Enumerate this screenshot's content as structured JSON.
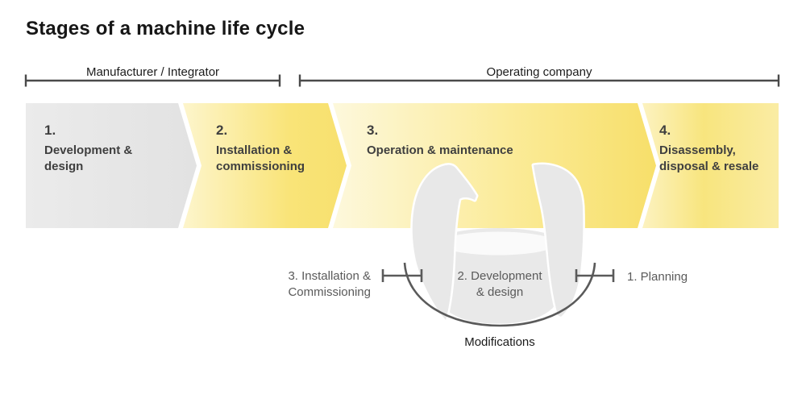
{
  "title": "Stages of a machine life cycle",
  "brackets": {
    "manufacturer": {
      "label": "Manufacturer / Integrator"
    },
    "operating": {
      "label": "Operating company"
    }
  },
  "stages": [
    {
      "number": "1.",
      "lines": [
        "Development &",
        "design"
      ]
    },
    {
      "number": "2.",
      "lines": [
        "Installation &",
        "commissioning"
      ]
    },
    {
      "number": "3.",
      "lines": [
        "Operation & maintenance"
      ]
    },
    {
      "number": "4.",
      "lines": [
        "Disassembly,",
        "disposal & resale"
      ]
    }
  ],
  "cycle": {
    "left_label_lines": [
      "3. Installation &",
      "Commissioning"
    ],
    "center_label_lines": [
      "2. Development",
      "& design"
    ],
    "right_label": "1. Planning",
    "bottom_label": "Modifications"
  },
  "colors": {
    "stage_gray": "#e6e6e6",
    "yellow_light": "#fdf6cf",
    "yellow_mid": "#f9e478",
    "yellow_deep": "#f7df6a",
    "stage_text": "#3f3f3f",
    "bracket_line": "#4a4a4a",
    "cycle_shape_gray": "#e9e9e9",
    "cycle_top_white": "#fafafa",
    "arc_gray": "#5a5a5a",
    "cycle_label_gray": "#5a5a5a",
    "title_black": "#161616"
  }
}
